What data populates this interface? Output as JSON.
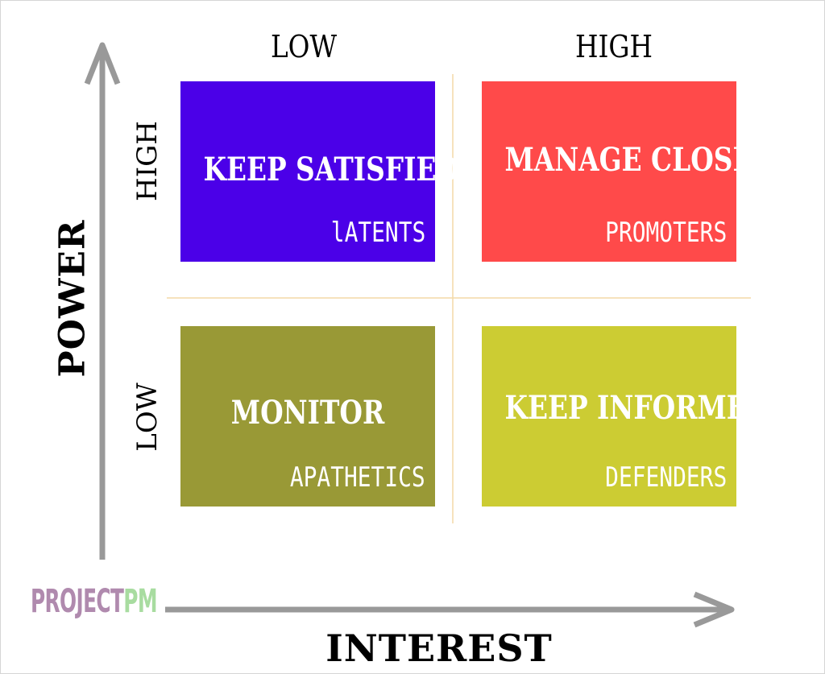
{
  "diagram": {
    "x_axis": {
      "title": "INTEREST",
      "low_label": "LOW",
      "high_label": "HIGH"
    },
    "y_axis": {
      "title": "POWER",
      "low_label": "LOW",
      "high_label": "HIGH"
    },
    "quadrants": {
      "top_left": {
        "title": "KEEP SATISFIED",
        "subtitle": "lATENTS",
        "color": "#4b00e8"
      },
      "top_right": {
        "title": "MANAGE CLOSELY",
        "subtitle": "PROMOTERS",
        "color": "#ff4a4a"
      },
      "bottom_left": {
        "title": "MONITOR",
        "subtitle": "APATHETICS",
        "color": "#999936"
      },
      "bottom_right": {
        "title": "KEEP INFORMED",
        "subtitle": "DEFENDERS",
        "color": "#cccc33"
      }
    },
    "colors": {
      "arrow": "#999999",
      "divider": "#f3d9a7"
    }
  },
  "logo": {
    "part1": "PROJECT",
    "part2": "PM",
    "color1": "#b08aae",
    "color2": "#a8dca0"
  }
}
